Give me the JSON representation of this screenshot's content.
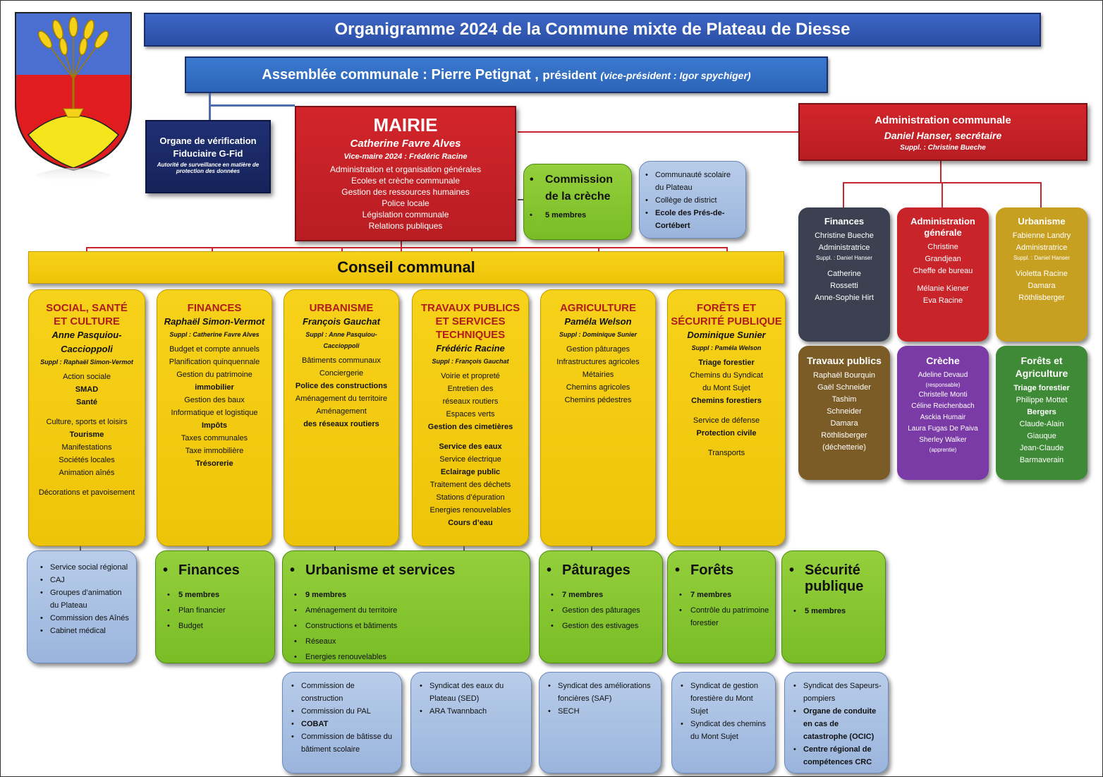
{
  "title": "Organigramme 2024 de la Commune mixte de Plateau de Diesse",
  "assembly": {
    "label": "Assemblée communale : Pierre Petignat ,",
    "role": "président",
    "vice": "(vice-président : Igor spychiger)"
  },
  "verification": {
    "title": "Organe de vérification",
    "subtitle": "Fiduciaire G-Fid",
    "note": "Autorité de surveillance en matière de protection des données"
  },
  "mairie": {
    "title": "Mairie",
    "name": "Catherine Favre Alves",
    "vice": "Vice-maire 2024 : Frédéric Racine",
    "items": [
      "Administration et organisation générales",
      "Ecoles et crèche communale",
      "Gestion des ressources humaines",
      "Police locale",
      "Législation communale",
      "Relations publiques"
    ]
  },
  "admin": {
    "title": "Administration communale",
    "name": "Daniel Hanser, secrétaire",
    "suppl": "Suppl. : Christine Bueche"
  },
  "creche_commission": {
    "title": "Commission de la crèche",
    "members": "5 membres"
  },
  "scolaire": {
    "items": [
      "Communauté scolaire du Plateau",
      "Collège de district",
      "Ecole des Prés-de-Cortébert"
    ]
  },
  "conseil": "Conseil communal",
  "dicasteres": [
    {
      "title": [
        "Social, santé",
        "et culture"
      ],
      "name": [
        "Anne Pasquiou-",
        "Caccioppoli"
      ],
      "suppl": "Suppl : Raphaël Simon-Vermot",
      "items": [
        [
          "Action sociale",
          0
        ],
        [
          "SMAD",
          1
        ],
        [
          "Santé",
          1
        ],
        [
          "",
          0
        ],
        [
          "Culture, sports et loisirs",
          0
        ],
        [
          "Tourisme",
          1
        ],
        [
          "Manifestations",
          0
        ],
        [
          "Sociétés locales",
          0
        ],
        [
          "Animation aînés",
          0
        ],
        [
          "",
          0
        ],
        [
          "Décorations et pavoisement",
          0
        ]
      ]
    },
    {
      "title": [
        "Finances"
      ],
      "name": [
        "Raphaël Simon-Vermot"
      ],
      "suppl": "Suppl : Catherine Favre Alves",
      "items": [
        [
          "Budget et compte annuels",
          0
        ],
        [
          "Planification quinquennale",
          0
        ],
        [
          "Gestion du patrimoine",
          0
        ],
        [
          "immobilier",
          1
        ],
        [
          "Gestion des baux",
          0
        ],
        [
          "Informatique et logistique",
          0
        ],
        [
          "Impôts",
          1
        ],
        [
          "Taxes communales",
          0
        ],
        [
          "Taxe immobilière",
          0
        ],
        [
          "Trésorerie",
          1
        ]
      ]
    },
    {
      "title": [
        "Urbanisme"
      ],
      "name": [
        "François Gauchat"
      ],
      "suppl": "Suppl : Anne Pasquiou-Caccioppoli",
      "items": [
        [
          "Bâtiments communaux",
          0
        ],
        [
          "Conciergerie",
          0
        ],
        [
          "Police des constructions",
          1
        ],
        [
          "Aménagement du territoire",
          0
        ],
        [
          "Aménagement",
          0
        ],
        [
          "des réseaux routiers",
          1
        ]
      ]
    },
    {
      "title": [
        "Travaux publics",
        "et Services",
        "techniques"
      ],
      "name": [
        "Frédéric Racine"
      ],
      "suppl": "Suppl : François Gauchat",
      "items": [
        [
          "Voirie et propreté",
          0
        ],
        [
          "Entretien des",
          0
        ],
        [
          "réseaux routiers",
          0
        ],
        [
          "Espaces verts",
          0
        ],
        [
          "Gestion des cimetières",
          1
        ],
        [
          "",
          0
        ],
        [
          "Service des eaux",
          1
        ],
        [
          "Service électrique",
          0
        ],
        [
          "Eclairage public",
          1
        ],
        [
          "Traitement des déchets",
          0
        ],
        [
          "Stations d’épuration",
          0
        ],
        [
          "Energies renouvelables",
          0
        ],
        [
          "Cours d’eau",
          1
        ]
      ]
    },
    {
      "title": [
        "Agriculture"
      ],
      "name": [
        "Paméla Welson"
      ],
      "suppl": "Suppl : Dominique Sunier",
      "items": [
        [
          "Gestion pâturages",
          0
        ],
        [
          "Infrastructures agricoles",
          0
        ],
        [
          "Métairies",
          0
        ],
        [
          "Chemins agricoles",
          0
        ],
        [
          "Chemins pédestres",
          0
        ]
      ]
    },
    {
      "title": [
        "Forêts et",
        "Sécurité publique"
      ],
      "name": [
        "Dominique Sunier"
      ],
      "suppl": "Suppl : Paméla Welson",
      "items": [
        [
          "Triage forestier",
          1
        ],
        [
          "Chemins du Syndicat",
          0
        ],
        [
          "du Mont Sujet",
          0
        ],
        [
          "Chemins forestiers",
          1
        ],
        [
          "",
          0
        ],
        [
          "Service de défense",
          0
        ],
        [
          "Protection civile",
          1
        ],
        [
          "",
          0
        ],
        [
          "Transports",
          0
        ]
      ]
    }
  ],
  "staff": [
    {
      "title": "Finances",
      "lines": [
        "Christine Bueche",
        "Administratrice",
        "Suppl. : Daniel Hanser",
        "",
        "Catherine",
        "Rossetti",
        "Anne-Sophie Hirt"
      ],
      "color": "#3b4150"
    },
    {
      "title": "Administration générale",
      "lines": [
        "Christine",
        "Grandjean",
        "Cheffe de bureau",
        "",
        "Mélanie Kiener",
        "Eva Racine"
      ],
      "color": "#c8242a"
    },
    {
      "title": "Urbanisme",
      "lines": [
        "Fabienne Landry",
        "Administratrice",
        "Suppl. : Daniel Hanser",
        "",
        "Violetta Racine",
        "Damara",
        "Röthlisberger"
      ],
      "color": "#c8a021"
    },
    {
      "title": "Travaux publics",
      "lines": [
        "Raphaël Bourquin",
        "Gaël Schneider",
        "Tashim",
        "Schneider",
        "Damara",
        "Röthlisberger",
        "(déchetterie)"
      ],
      "color": "#7b5b26"
    },
    {
      "title": "Crèche",
      "lines": [
        "Adeline Devaud",
        "(responsable)",
        "Christelle Monti",
        "Céline Reichenbach",
        "Asckia Humair",
        "Laura Fugas De Paiva",
        "Sherley Walker",
        "(apprentie)"
      ],
      "color": "#7a3ba6"
    },
    {
      "title": "Forêts et Agriculture",
      "lines": [
        "Triage forestier",
        "Philippe Mottet",
        "Bergers",
        "Claude-Alain",
        "Giauque",
        "Jean-Claude",
        "Barmaverain"
      ],
      "color": "#3f8a36"
    }
  ],
  "commissions": [
    {
      "title": "Finances",
      "items": [
        "5 membres",
        "Plan financier",
        "Budget"
      ]
    },
    {
      "title": "Urbanisme et services",
      "items": [
        "9 membres",
        "Aménagement du territoire",
        "Constructions et bâtiments",
        "Réseaux",
        "Energies renouvelables"
      ]
    },
    {
      "title": "Pâturages",
      "items": [
        "7 membres",
        "Gestion des pâturages",
        "Gestion des estivages"
      ]
    },
    {
      "title": "Forêts",
      "items": [
        "7 membres",
        "Contrôle du patrimoine forestier"
      ]
    },
    {
      "title": "Sécurité publique",
      "items": [
        "5 membres"
      ]
    }
  ],
  "social_services": [
    "Service social régional",
    "CAJ",
    "Groupes d’animation du Plateau",
    "Commission des Aînés",
    "Cabinet médical"
  ],
  "bottom": [
    [
      "Commission de construction",
      "Commission du PAL",
      "COBAT",
      "Commission de bâtisse du bâtiment scolaire"
    ],
    [
      "Syndicat des eaux du Plateau (SED)",
      "ARA Twannbach"
    ],
    [
      "Syndicat des améliorations foncières (SAF)",
      "SECH"
    ],
    [
      "Syndicat de gestion forestière du Mont Sujet",
      "Syndicat des chemins du Mont Sujet"
    ],
    [
      "Syndicat des Sapeurs-pompiers",
      "Organe de conduite en cas de catastrophe (OCIC)",
      "Centre régional de compétences CRC"
    ]
  ]
}
